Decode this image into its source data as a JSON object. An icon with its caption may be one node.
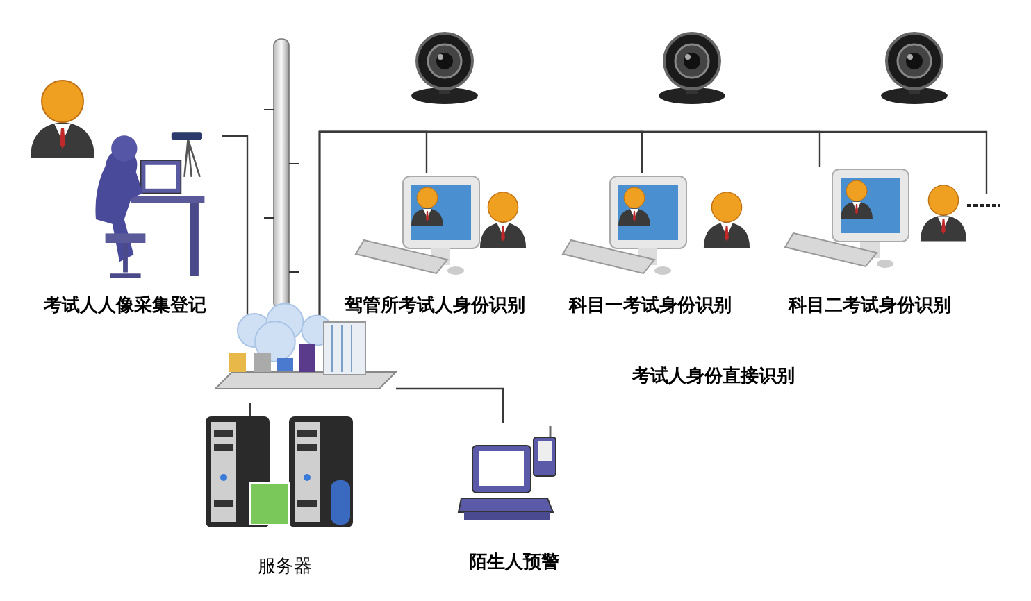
{
  "diagram": {
    "nodes": [
      {
        "text": [
          "考试人人像采集登记"
        ]
      },
      {
        "text": [],
        "shape": "picture"
      },
      {
        "text": [
          "服务器"
        ]
      },
      {
        "text": [
          "陌生人预警"
        ]
      },
      {
        "text": [
          "驾管所考试人身份识别"
        ]
      },
      {
        "text": [
          "科目一考试身份识别"
        ]
      },
      {
        "text": [
          "科目二考试身份识别"
        ]
      }
    ],
    "edges": [
      {
        "from": 0,
        "to": 1,
        "arrow": "none"
      },
      {
        "from": 1,
        "to": 2,
        "arrow": "none"
      },
      {
        "from": 1,
        "to": 3,
        "arrow": "none"
      },
      {
        "from": 1,
        "to": 4,
        "arrow": "none"
      },
      {
        "from": 1,
        "to": 5,
        "arrow": "none"
      },
      {
        "from": 1,
        "to": 6,
        "arrow": "none"
      },
      {
        "from": 1,
        "to": null,
        "arrow": "none"
      }
    ],
    "labels": [
      "考试人身份直接识别"
    ]
  }
}
